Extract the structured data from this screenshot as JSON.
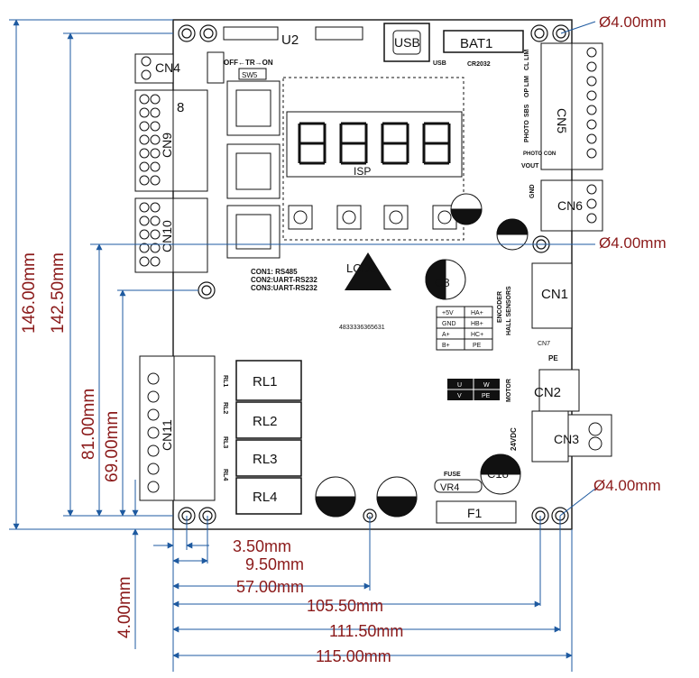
{
  "dimensions": {
    "hole_top_right": "Ø4.00mm",
    "hole_mid_right": "Ø4.00mm",
    "hole_bottom_right": "Ø4.00mm",
    "height_total": "146.00mm",
    "height_holes": "142.50mm",
    "height_81": "81.00mm",
    "height_69": "69.00mm",
    "height_4": "4.00mm",
    "width_3_5": "3.50mm",
    "width_9_5": "9.50mm",
    "width_57": "57.00mm",
    "width_105_5": "105.50mm",
    "width_111_5": "111.50mm",
    "width_115": "115.00mm"
  },
  "board_labels": {
    "u2": "U2",
    "usb": "USB",
    "usb_small": "USB",
    "bat1": "BAT1",
    "cr2032": "CR2032",
    "cn4": "CN4",
    "off_tr_on": "OFF←TR→ON",
    "sw5": "SW5",
    "cn8": "8",
    "cn9": "CN9",
    "cn10": "CN10",
    "cn5": "CN5",
    "cn6": "CN6",
    "cn1": "CN1",
    "cn2": "CN2",
    "cn7": "CN7",
    "cn3": "CN3",
    "cn11": "CN11",
    "isp": "ISP",
    "lcd": "LCD3",
    "c8": "C8",
    "c18": "C18",
    "rl1": "RL1",
    "rl2": "RL2",
    "rl3": "RL3",
    "rl4": "RL4",
    "vr4": "VR4",
    "f1": "F1",
    "fuse": "FUSE",
    "motor": "MOTOR",
    "encoder": "ENCODER",
    "hall": "HALL SENSORS",
    "pe": "PE",
    "con1": "CON1: RS485",
    "con2": "CON2:UART-RS232",
    "con3": "CON3:UART-RS232",
    "barcode": "4833336365631",
    "vdc24": "24VDC",
    "gnd": "GND",
    "vout": "VOUT",
    "rl_small": [
      "RL1",
      "RL2",
      "RL3",
      "RL4"
    ],
    "enc_table": [
      "+5V",
      "HA+",
      "GND",
      "HB+",
      "A+",
      "HC+",
      "B+",
      "PE"
    ],
    "motor_table": [
      "U",
      "W",
      "V",
      "PE"
    ],
    "cn5_labels": [
      "CL LIM",
      "OP LIM",
      "SBS",
      "PHOTO",
      "PHOTO CON"
    ]
  }
}
